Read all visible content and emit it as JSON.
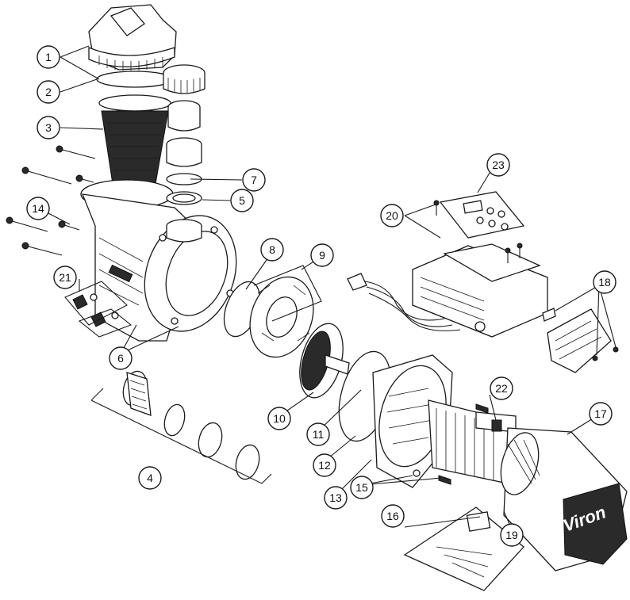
{
  "diagram": {
    "brand_text": "Viron",
    "callouts": [
      "1",
      "2",
      "3",
      "4",
      "5",
      "6",
      "7",
      "8",
      "9",
      "10",
      "11",
      "12",
      "13",
      "14",
      "15",
      "16",
      "17",
      "18",
      "19",
      "20",
      "21",
      "22",
      "23"
    ]
  }
}
